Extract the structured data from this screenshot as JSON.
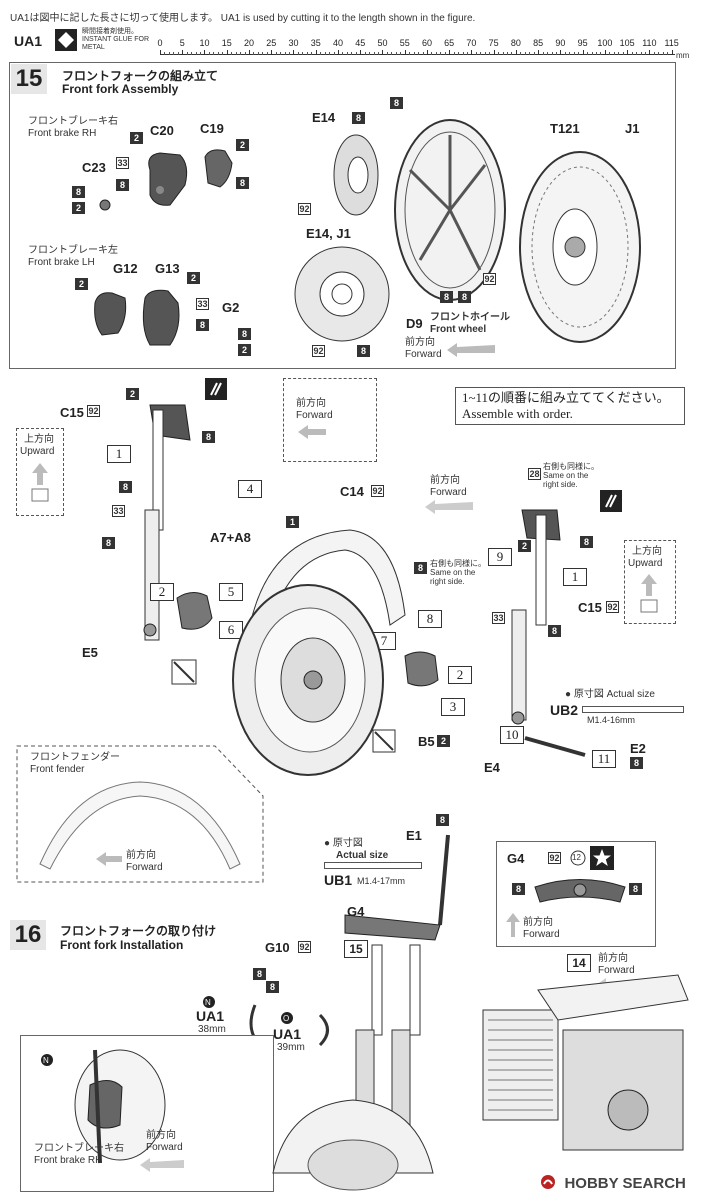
{
  "header": {
    "instruction": "UA1は図中に記した長さに切って使用します。 UA1 is used by cutting it to the length shown in the figure.",
    "part": "UA1",
    "glue_note_jp": "瞬間接着剤使用。",
    "glue_note_en": "INSTANT GLUE FOR METAL",
    "ruler_ticks": [
      "0",
      "5",
      "10",
      "15",
      "20",
      "25",
      "30",
      "35",
      "40",
      "45",
      "50",
      "55",
      "60",
      "65",
      "70",
      "75",
      "80",
      "85",
      "90",
      "95",
      "100",
      "105",
      "110",
      "115"
    ],
    "ruler_unit": "mm"
  },
  "step15": {
    "number": "15",
    "title_jp": "フロントフォークの組み立て",
    "title_en": "Front fork Assembly",
    "brake_rh_jp": "フロントブレーキ右",
    "brake_rh_en": "Front brake RH",
    "brake_lh_jp": "フロントブレーキ左",
    "brake_lh_en": "Front brake LH",
    "parts": {
      "c20": "C20",
      "c19": "C19",
      "c23": "C23",
      "g12": "G12",
      "g13": "G13",
      "g2": "G2",
      "e14": "E14",
      "e14j1": "E14, J1",
      "t121": "T121",
      "j1": "J1",
      "d9": "D9"
    },
    "front_wheel_jp": "フロントホイール",
    "front_wheel_en": "Front wheel",
    "forward_jp": "前方向",
    "forward_en": "Forward",
    "order_note_jp": "1~11の順番に組み立ててください。",
    "order_note_en": "Assemble with order.",
    "upward_jp": "上方向",
    "upward_en": "Upward",
    "right_side_jp": "右側も同様に。",
    "right_side_en": "Same on the right side.",
    "fork_parts": {
      "c15_left": "C15",
      "c15_right": "C15",
      "c14": "C14",
      "a7a8": "A7+A8",
      "e5": "E5",
      "e4": "E4",
      "b5": "B5",
      "ub2": "UB2",
      "e2": "E2"
    },
    "steps": [
      "1",
      "2",
      "3",
      "4",
      "5",
      "6",
      "7",
      "8",
      "9",
      "10",
      "11"
    ],
    "actual_size_label": "● 原寸図 Actual size",
    "ub2_size": "M1.4-16mm",
    "fender_jp": "フロントフェンダー",
    "fender_en": "Front fender"
  },
  "step16": {
    "number": "16",
    "title_jp": "フロントフォークの取り付け",
    "title_en": "Front fork Installation",
    "actual_size_jp": "● 原寸図",
    "actual_size_en": "Actual size",
    "ub1": "UB1",
    "ub1_size": "M1.4-17mm",
    "e1": "E1",
    "g4": "G4",
    "g4_detail": "G4",
    "g10": "G10",
    "ua1_n": "UA1",
    "ua1_n_len": "38mm",
    "ua1_o": "UA1",
    "ua1_o_len": "39mm",
    "marker_n": "N",
    "marker_o": "O",
    "ref15": "15",
    "ref14": "14",
    "brake_rh_jp": "フロントブレーキ右",
    "brake_rh_en": "Front brake RH",
    "forward_jp": "前方向",
    "forward_en": "Forward"
  },
  "badges": {
    "b2": "2",
    "b8": "8",
    "b33": "33",
    "b92": "92",
    "b28": "28",
    "b12": "12"
  },
  "footer": {
    "watermark": "HOBBY SEARCH"
  }
}
